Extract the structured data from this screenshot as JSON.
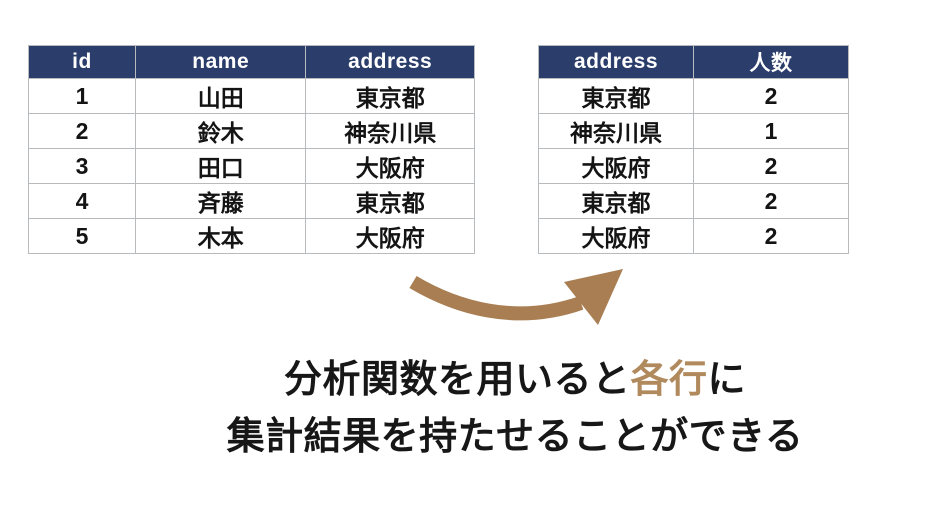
{
  "colors": {
    "background": "#ffffff",
    "header_bg": "#2b3e6b",
    "header_text": "#ffffff",
    "border": "#b7bbbe",
    "cell_text": "#141414",
    "caption_text": "#171717",
    "accent_brown": "#a87e52",
    "highlight": "#b08a5c"
  },
  "tables": {
    "source": {
      "headers": [
        "id",
        "name",
        "address"
      ],
      "rows": [
        [
          "1",
          "山田",
          "東京都"
        ],
        [
          "2",
          "鈴木",
          "神奈川県"
        ],
        [
          "3",
          "田口",
          "大阪府"
        ],
        [
          "4",
          "斉藤",
          "東京都"
        ],
        [
          "5",
          "木本",
          "大阪府"
        ]
      ]
    },
    "result": {
      "headers": [
        "address",
        "人数"
      ],
      "rows": [
        [
          "東京都",
          "2"
        ],
        [
          "神奈川県",
          "1"
        ],
        [
          "大阪府",
          "2"
        ],
        [
          "東京都",
          "2"
        ],
        [
          "大阪府",
          "2"
        ]
      ]
    }
  },
  "arrow": {
    "icon": "curved-arrow-right"
  },
  "caption": {
    "line1_before": "分析関数を用いると",
    "line1_highlight": "各行",
    "line1_after": "に",
    "line2": "集計結果を持たせることができる"
  }
}
